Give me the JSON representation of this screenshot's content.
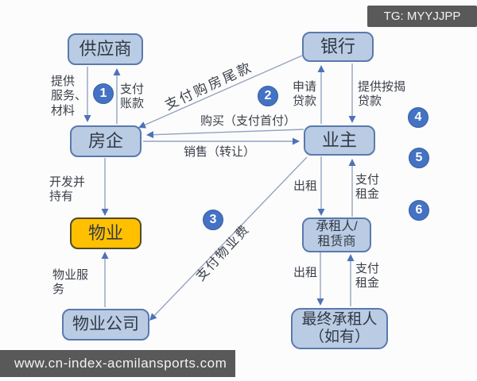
{
  "watermarks": {
    "top_right": "TG: MYYJJPP",
    "bottom": "www.cn-index-acmilansports.com"
  },
  "nodes": {
    "supplier": "供应商",
    "bank": "银行",
    "developer": "房企",
    "owner": "业主",
    "property": "物业",
    "tenant": "承租人/\n租赁商",
    "property_company": "物业公司",
    "final_tenant": "最终承租人\n（如有）"
  },
  "edge_labels": {
    "provide_services_materials": "提供\n服务、\n材料",
    "pay_accounts": "支付\n账款",
    "pay_house_balance": "支付购房尾款",
    "apply_loan": "申请\n贷款",
    "provide_mortgage_loan": "提供按揭\n贷款",
    "buy_pay_downpayment": "购买（支付首付）",
    "sell_transfer": "销售（转让）",
    "develop_and_hold": "开发并\n持有",
    "property_service": "物业服\n务",
    "pay_property_fee": "支付物业费",
    "rent_out_upper": "出租",
    "pay_rent_upper": "支付\n租金",
    "rent_out_lower": "出租",
    "pay_rent_lower": "支付\n租金"
  },
  "badges": [
    "1",
    "2",
    "3",
    "4",
    "5",
    "6"
  ],
  "colors": {
    "node_fill": "#b9cce4",
    "node_border": "#5a79ad",
    "property_fill": "#ffc000",
    "property_border": "#514a28",
    "badge_fill": "#4472c4",
    "line": "#96a3bf",
    "arrow": "#4d72b8",
    "wm_bg": "#595959",
    "wm_text": "#f2f2f2"
  }
}
